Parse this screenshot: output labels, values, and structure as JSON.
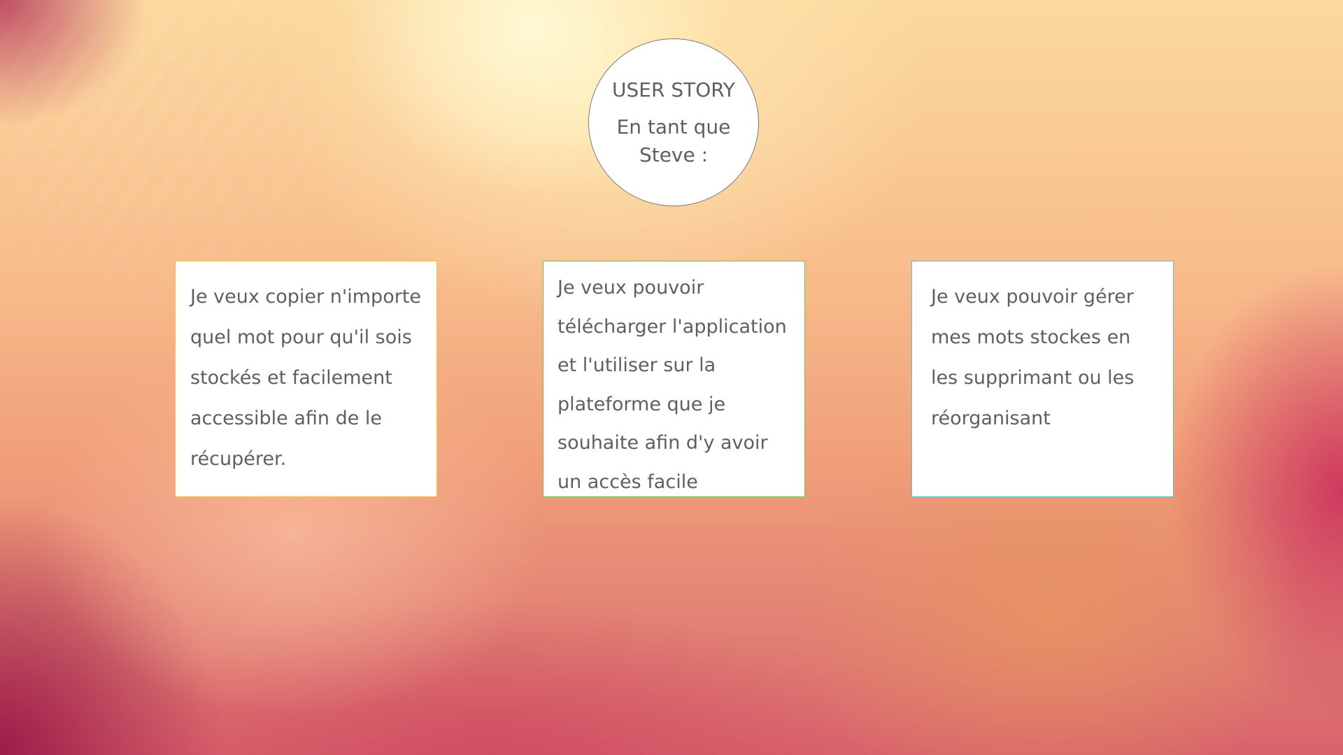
{
  "header": {
    "title": "USER STORY",
    "subtitle": "En tant que Steve :"
  },
  "cards": [
    {
      "text": "Je veux copier n'importe quel mot pour qu'il sois stockés et facilement accessible afin de le récupérer.",
      "border_color": "#f2c232"
    },
    {
      "text": "Je veux pouvoir télécharger l'application et l'utiliser sur la plateforme que je souhaite afin d'y avoir un accès facile",
      "border_color": "#63c95a"
    },
    {
      "text": "Je veux pouvoir gérer mes mots stockes en les  supprimant ou les réorganisant",
      "border_color": "#56c4cf"
    }
  ]
}
